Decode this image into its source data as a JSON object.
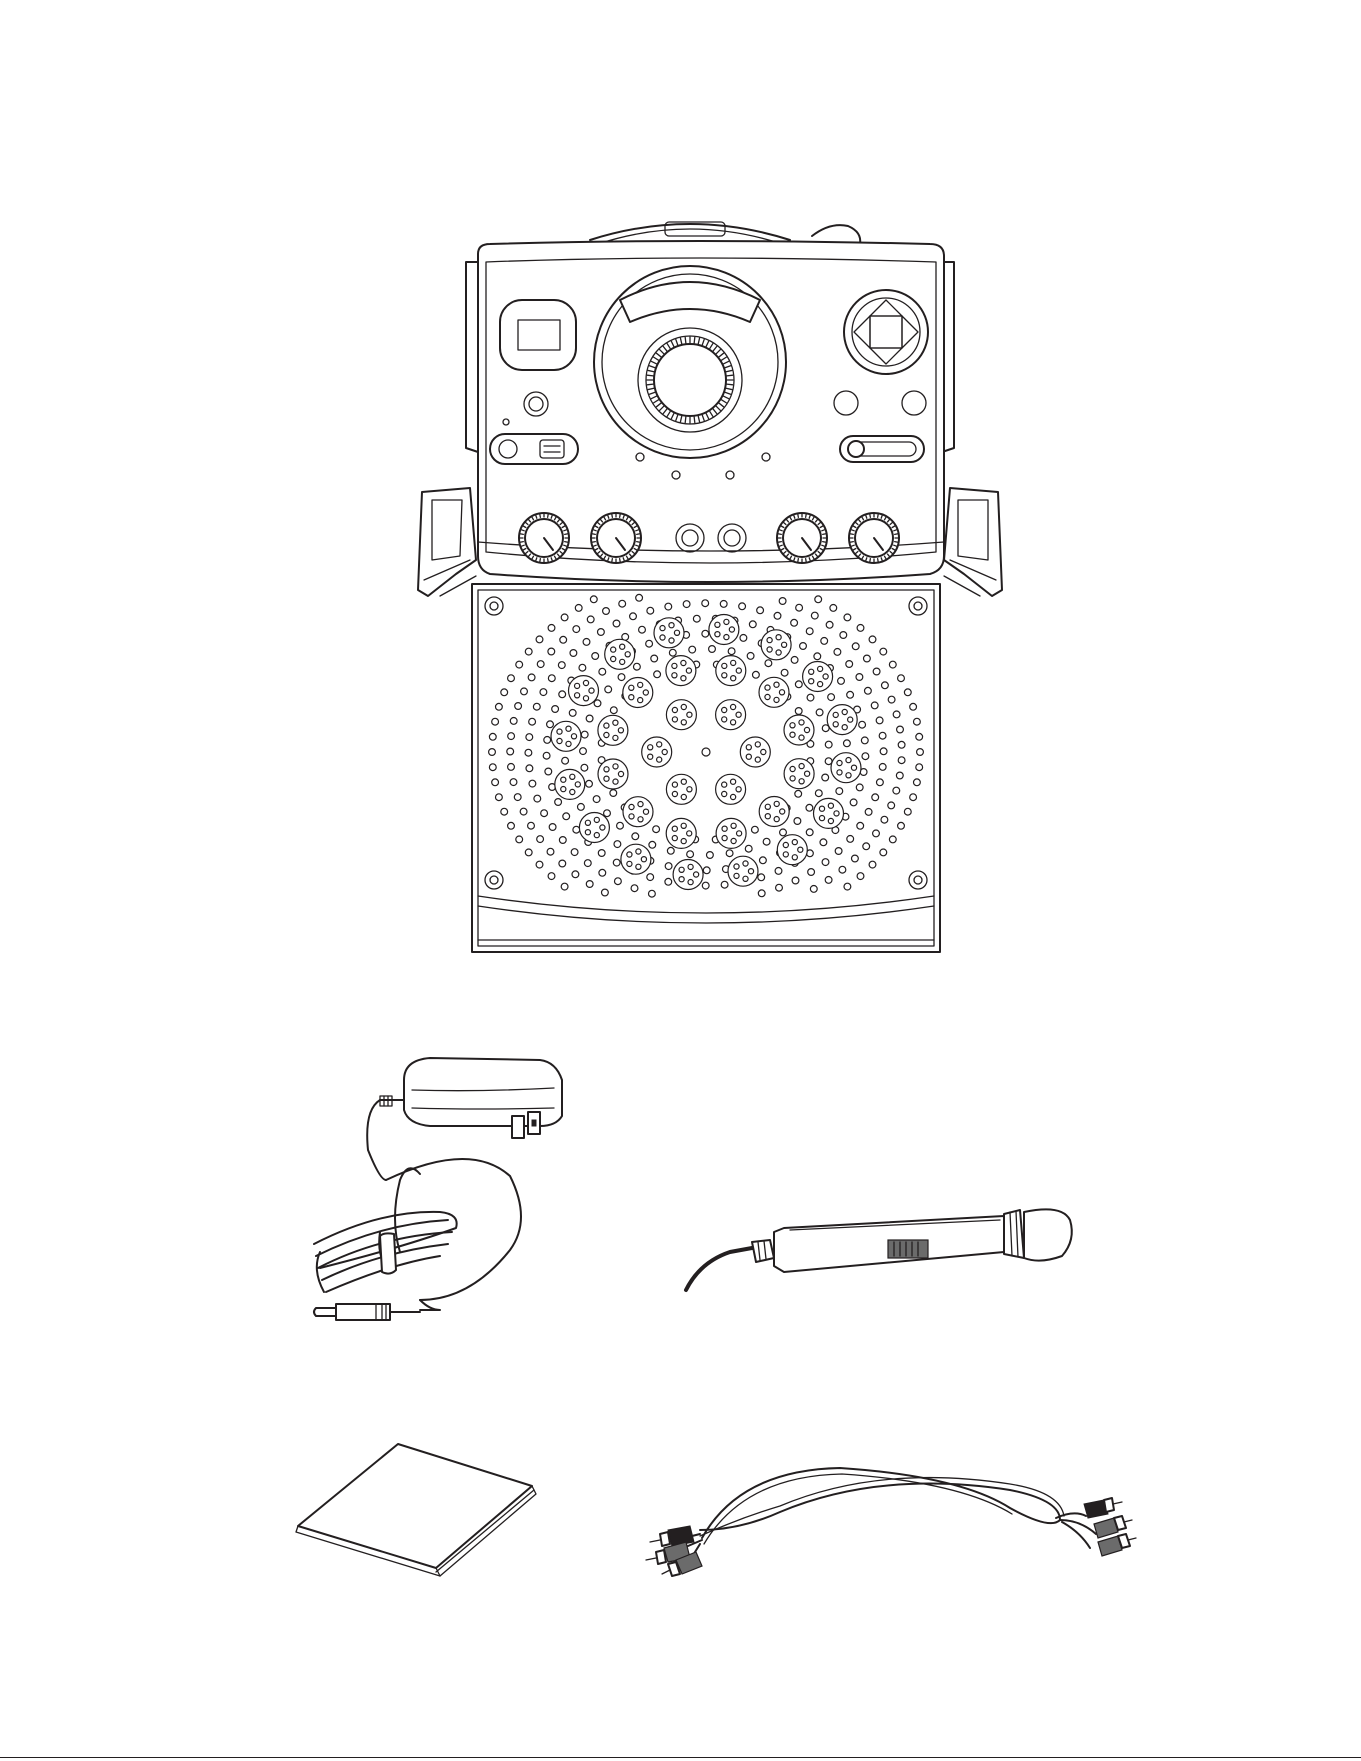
{
  "document": {
    "kind": "package contents illustration page",
    "items": [
      {
        "id": "karaoke-machine",
        "icon": "karaoke-machine-illustration"
      },
      {
        "id": "ac-adapter",
        "icon": "ac-power-adapter-illustration"
      },
      {
        "id": "microphone",
        "icon": "wired-microphone-illustration"
      },
      {
        "id": "manual",
        "icon": "instruction-manual-illustration"
      },
      {
        "id": "av-cable",
        "icon": "rca-av-cable-illustration"
      }
    ],
    "colors": {
      "line": "#231f20",
      "background": "#ffffff"
    }
  }
}
